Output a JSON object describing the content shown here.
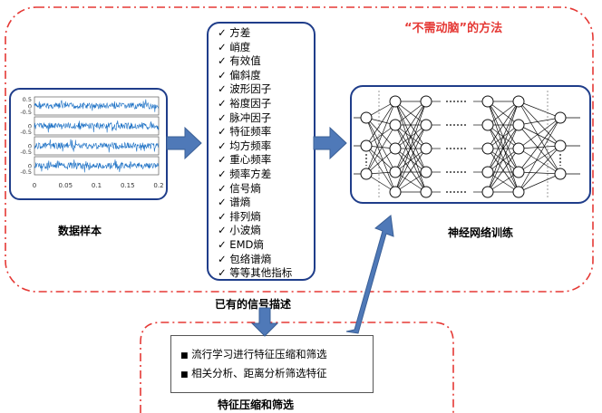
{
  "top_title": "“不需动脑”的方法",
  "data_samples_label": "数据样本",
  "feature_list_label": "已有的信号描述",
  "network_label": "神经网络训练",
  "bottom_label": "特征压缩和筛选",
  "check_mark": "✓",
  "features": [
    "方差",
    "峭度",
    "有效值",
    "偏斜度",
    "波形因子",
    "裕度因子",
    "脉冲因子",
    "特征频率",
    "均方频率",
    "重心频率",
    "频率方差",
    "信号熵",
    "谱熵",
    "排列熵",
    "小波熵",
    "EMD熵",
    "包络谱熵",
    "等等其他指标"
  ],
  "bullet": "■",
  "bottom_items": [
    "流行学习进行特征压缩和筛选",
    "相关分析、距离分析筛选特征"
  ],
  "signal_x_ticks": [
    "0",
    "0.05",
    "0.1",
    "0.15",
    "0.2"
  ],
  "signal_y_ticks": [
    "0.5",
    "0",
    "-0.5"
  ],
  "colors": {
    "dashed_red": "#e53935",
    "box_border": "#1f3d8a",
    "arrow": "#4f79b8",
    "signal": "#1a6fc4"
  }
}
